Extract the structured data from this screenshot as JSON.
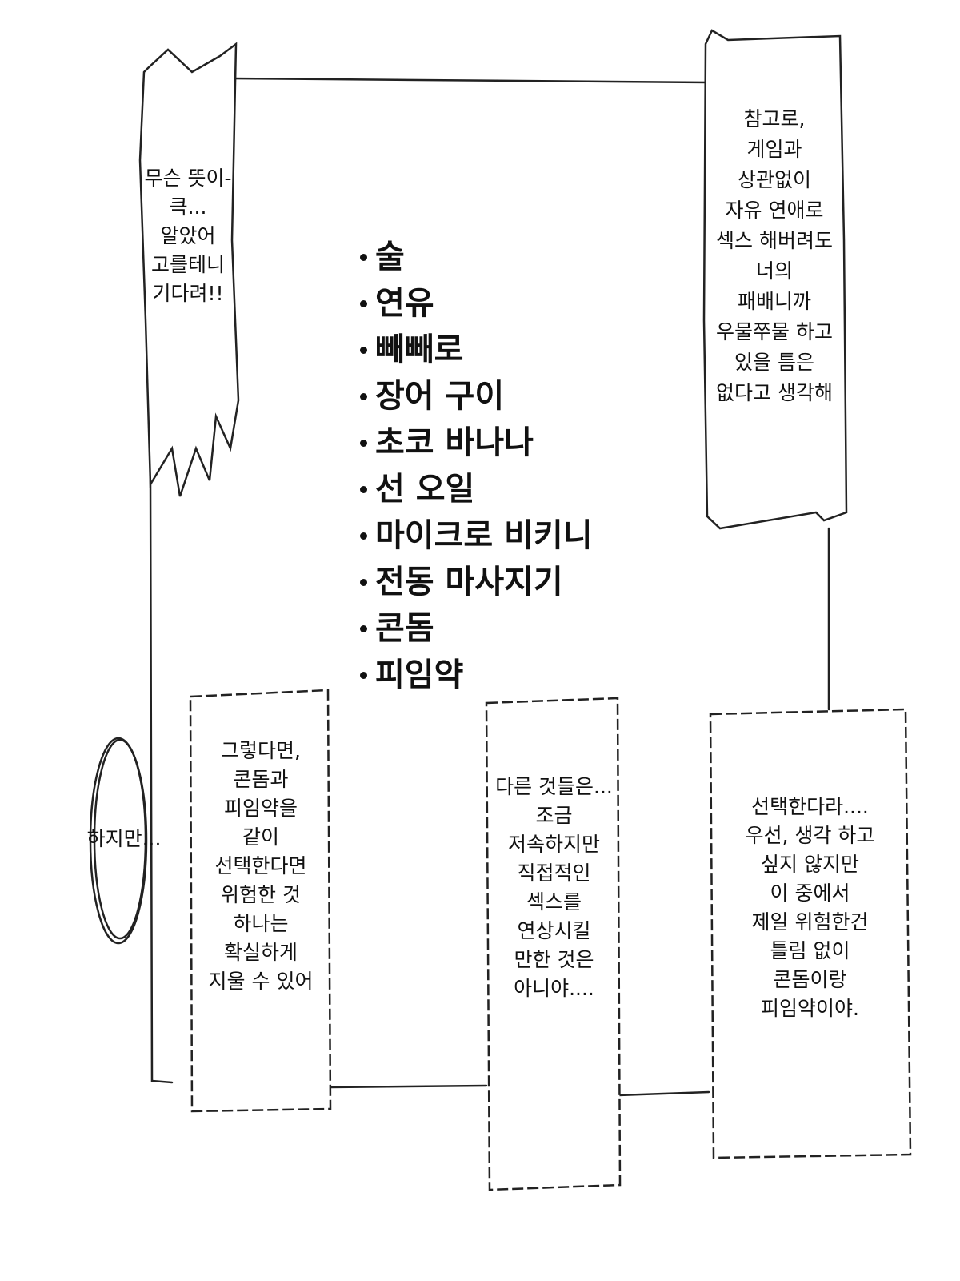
{
  "bubbles": {
    "top_left": [
      "무슨 뜻이-",
      "큭...",
      "알았어",
      "고를테니",
      "기다려!!"
    ],
    "top_right": [
      "참고로,",
      "게임과",
      "상관없이",
      "자유 연애로",
      "섹스 해버려도",
      "너의",
      "패배니까",
      "우물쭈물 하고",
      "있을 틈은",
      "없다고 생각해"
    ],
    "left_ellipse": [
      "하지만..."
    ],
    "bottom_left": [
      "그렇다면,",
      "콘돔과",
      "피임약을",
      "같이",
      "선택한다면",
      "위험한 것",
      "하나는",
      "확실하게",
      "지울 수 있어"
    ],
    "bottom_middle": [
      "다른 것들은...",
      "조금",
      "저속하지만",
      "직접적인",
      "섹스를",
      "연상시킬",
      "만한 것은",
      "아니야...."
    ],
    "bottom_right": [
      "선택한다라....",
      "우선, 생각 하고",
      "싶지 않지만",
      "이 중에서",
      "제일 위험한건",
      "틀림 없이",
      "콘돔이랑",
      "피임약이야."
    ]
  },
  "item_list": [
    "술",
    "연유",
    "빼빼로",
    "장어 구이",
    "초코 바나나",
    "선 오일",
    "마이크로 비키니",
    "전동 마사지기",
    "콘돔",
    "피임약"
  ]
}
